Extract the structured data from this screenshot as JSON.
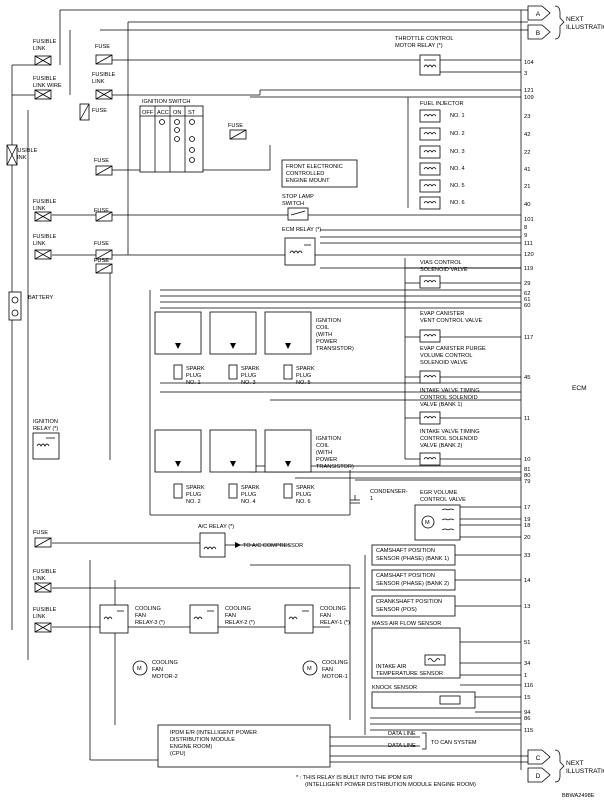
{
  "connectors": {
    "a": {
      "letter": "A"
    },
    "b": {
      "letter": "B"
    },
    "c": {
      "letter": "C"
    },
    "d": {
      "letter": "D"
    },
    "next_top": "NEXT ILLUSTRATION",
    "next_bottom": "NEXT ILLUSTRATION"
  },
  "power": {
    "fusible_link_1": "FUSIBLE LINK",
    "fusible_link_wire": "FUSIBLE LINK WIRE",
    "fusible_link_left": "FUSIBLE LINK",
    "fusible_link_3": "FUSIBLE LINK",
    "fusible_link_4": "FUSIBLE LINK",
    "fusible_link_5": "FUSIBLE LINK",
    "fusible_link_6": "FUSIBLE LINK",
    "fuse_label": "FUSE",
    "battery": "BATTERY"
  },
  "ignition_switch": {
    "title": "IGNITION SWITCH",
    "columns": [
      "OFF",
      "ACC",
      "ON",
      "ST"
    ]
  },
  "components": {
    "throttle_relay": "THROTTLE CONTROL MOTOR RELAY (*)",
    "fuel_injector": "FUEL INJECTOR",
    "injectors": [
      "NO. 1",
      "NO. 2",
      "NO. 3",
      "NO. 4",
      "NO. 5",
      "NO. 6"
    ],
    "front_mount": "FRONT ELECTRONIC CONTROLLED ENGINE MOUNT",
    "stop_lamp": "STOP LAMP SWITCH",
    "ecm_relay": "ECM RELAY (*)",
    "vias": "VIAS CONTROL SOLENOID VALVE",
    "evap_vent": "EVAP CANISTER VENT CONTROL VALVE",
    "evap_purge": "EVAP CANISTER PURGE VOLUME CONTROL SOLENOID VALVE",
    "ivt_bank1": "INTAKE VALVE TIMING CONTROL SOLENOID VALVE (BANK 1)",
    "ivt_bank2": "INTAKE VALVE TIMING CONTROL SOLENOID VALVE (BANK 2)",
    "egr": "EGR VOLUME CONTROL VALVE",
    "cmp_bank1": "CAMSHAFT POSITION SENSOR (PHASE) (BANK 1)",
    "cmp_bank2": "CAMSHAFT POSITION SENSOR (PHASE) (BANK 2)",
    "ckp": "CRANKSHAFT POSITION SENSOR (POS)",
    "maf": "MASS AIR FLOW SENSOR",
    "iat": "INTAKE AIR TEMPERATURE SENSOR",
    "knock": "KNOCK SENSOR",
    "ignition_coil_top": "IGNITION COIL (WITH POWER TRANSISTOR)",
    "ignition_coil_bottom": "IGNITION COIL (WITH POWER TRANSISTOR)",
    "spark_plugs": [
      "SPARK PLUG NO. 1",
      "SPARK PLUG NO. 3",
      "SPARK PLUG NO. 5",
      "SPARK PLUG NO. 2",
      "SPARK PLUG NO. 4",
      "SPARK PLUG NO. 6"
    ],
    "ignition_relay": "IGNITION RELAY (*)",
    "condenser": "CONDENSER-1",
    "ac_relay": "A/C RELAY (*)",
    "to_ac": "TO A/C COMPRESSOR",
    "cooling_relays": [
      "COOLING FAN RELAY-3 (*)",
      "COOLING FAN RELAY-2 (*)",
      "COOLING FAN RELAY-1 (*)"
    ],
    "fan_motor_2": "COOLING FAN MOTOR-2",
    "fan_motor_1": "COOLING FAN MOTOR-1",
    "ipdm": "IPDM E/R (INTELLIGENT POWER DISTRIBUTION MODULE ENGINE ROOM) (CPU)",
    "data_line_1": "DATA LINE",
    "data_line_2": "DATA LINE",
    "to_can": "TO CAN SYSTEM",
    "ecm": "ECM"
  },
  "pins": [
    "104",
    "3",
    "121",
    "109",
    "23",
    "42",
    "22",
    "41",
    "21",
    "40",
    "101",
    "8",
    "9",
    "111",
    "120",
    "119",
    "29",
    "62",
    "61",
    "60",
    "117",
    "45",
    "11",
    "10",
    "81",
    "80",
    "79",
    "17",
    "19",
    "18",
    "20",
    "33",
    "14",
    "13",
    "51",
    "34",
    "1",
    "116",
    "15",
    "94",
    "86",
    "115"
  ],
  "footnote": "* : THIS RELAY IS BUILT INTO THE IPDM E/R (INTELLIGENT POWER DISTRIBUTION MODULE ENGINE ROOM)",
  "figure_code": "BBWA2498E"
}
